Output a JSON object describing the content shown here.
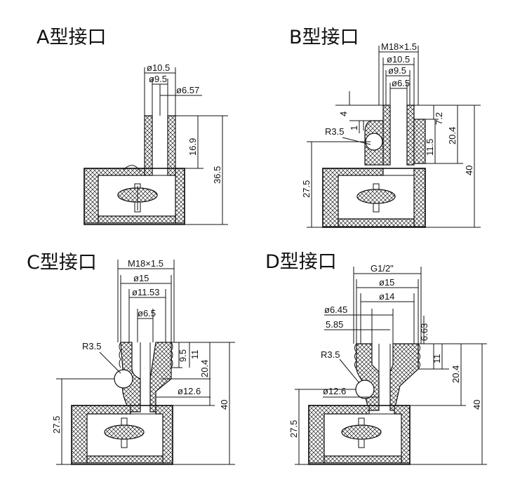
{
  "panels": {
    "a": {
      "title": "A型接口",
      "d1": "ø10.5",
      "d2": "ø9.5",
      "d3": "ø6.57",
      "h1": "16.9",
      "h2": "36.5"
    },
    "b": {
      "title": "B型接口",
      "thread": "M18×1.5",
      "d1": "ø10.5",
      "d2": "ø9.5",
      "d3": "ø6.5",
      "r": "R3.5",
      "h4": "4",
      "h1": "1",
      "h72": "7.2",
      "h115": "11.5",
      "h204": "20.4",
      "h40": "40",
      "h275": "27.5"
    },
    "c": {
      "title": "C型接口",
      "thread": "M18×1.5",
      "d1": "ø15",
      "d2": "ø11.53",
      "d3": "ø6.5",
      "r": "R3.5",
      "h95": "9.5",
      "h11": "11",
      "h204": "20.4",
      "h40": "40",
      "h275": "27.5",
      "d126": "ø12.6"
    },
    "d": {
      "title": "D型接口",
      "thread": "G1/2\"",
      "d1": "ø15",
      "d2": "ø14",
      "d3": "ø6.45",
      "d4": "5.85",
      "h663": "6.63",
      "r": "R3.5",
      "h11": "11",
      "h204": "20.4",
      "h40": "40",
      "h275": "27.5",
      "d126": "ø12.6"
    }
  }
}
